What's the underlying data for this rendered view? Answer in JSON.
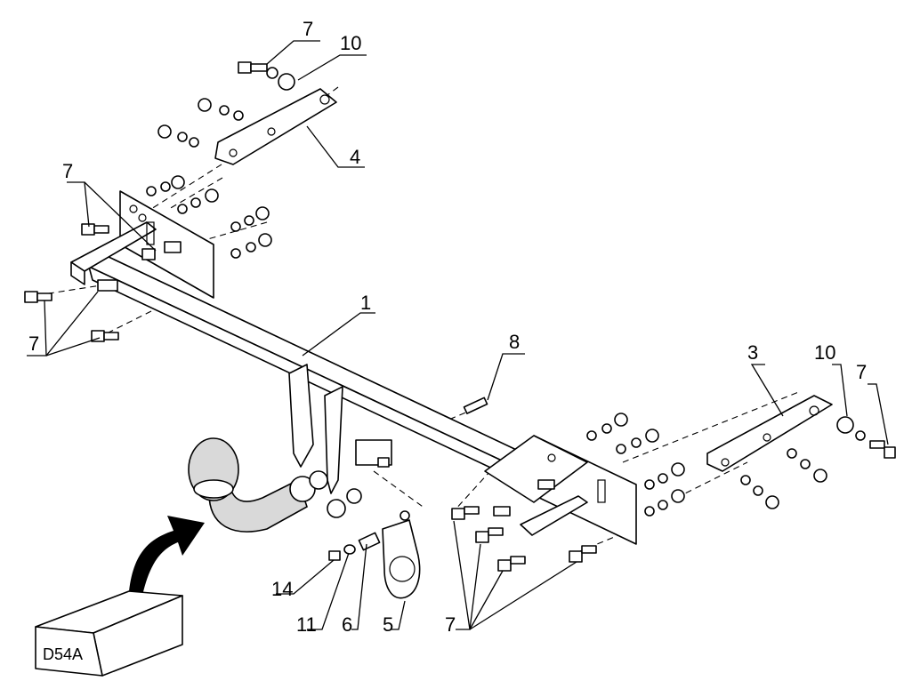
{
  "diagram": {
    "labels": {
      "main_bar": "1",
      "right_bracket": "3",
      "left_bracket": "4",
      "socket_plate": "5",
      "spring": "6",
      "bolt": "7",
      "pin": "8",
      "washer_large": "10",
      "washer": "11",
      "nut": "14"
    },
    "kit_code": "D54A"
  }
}
